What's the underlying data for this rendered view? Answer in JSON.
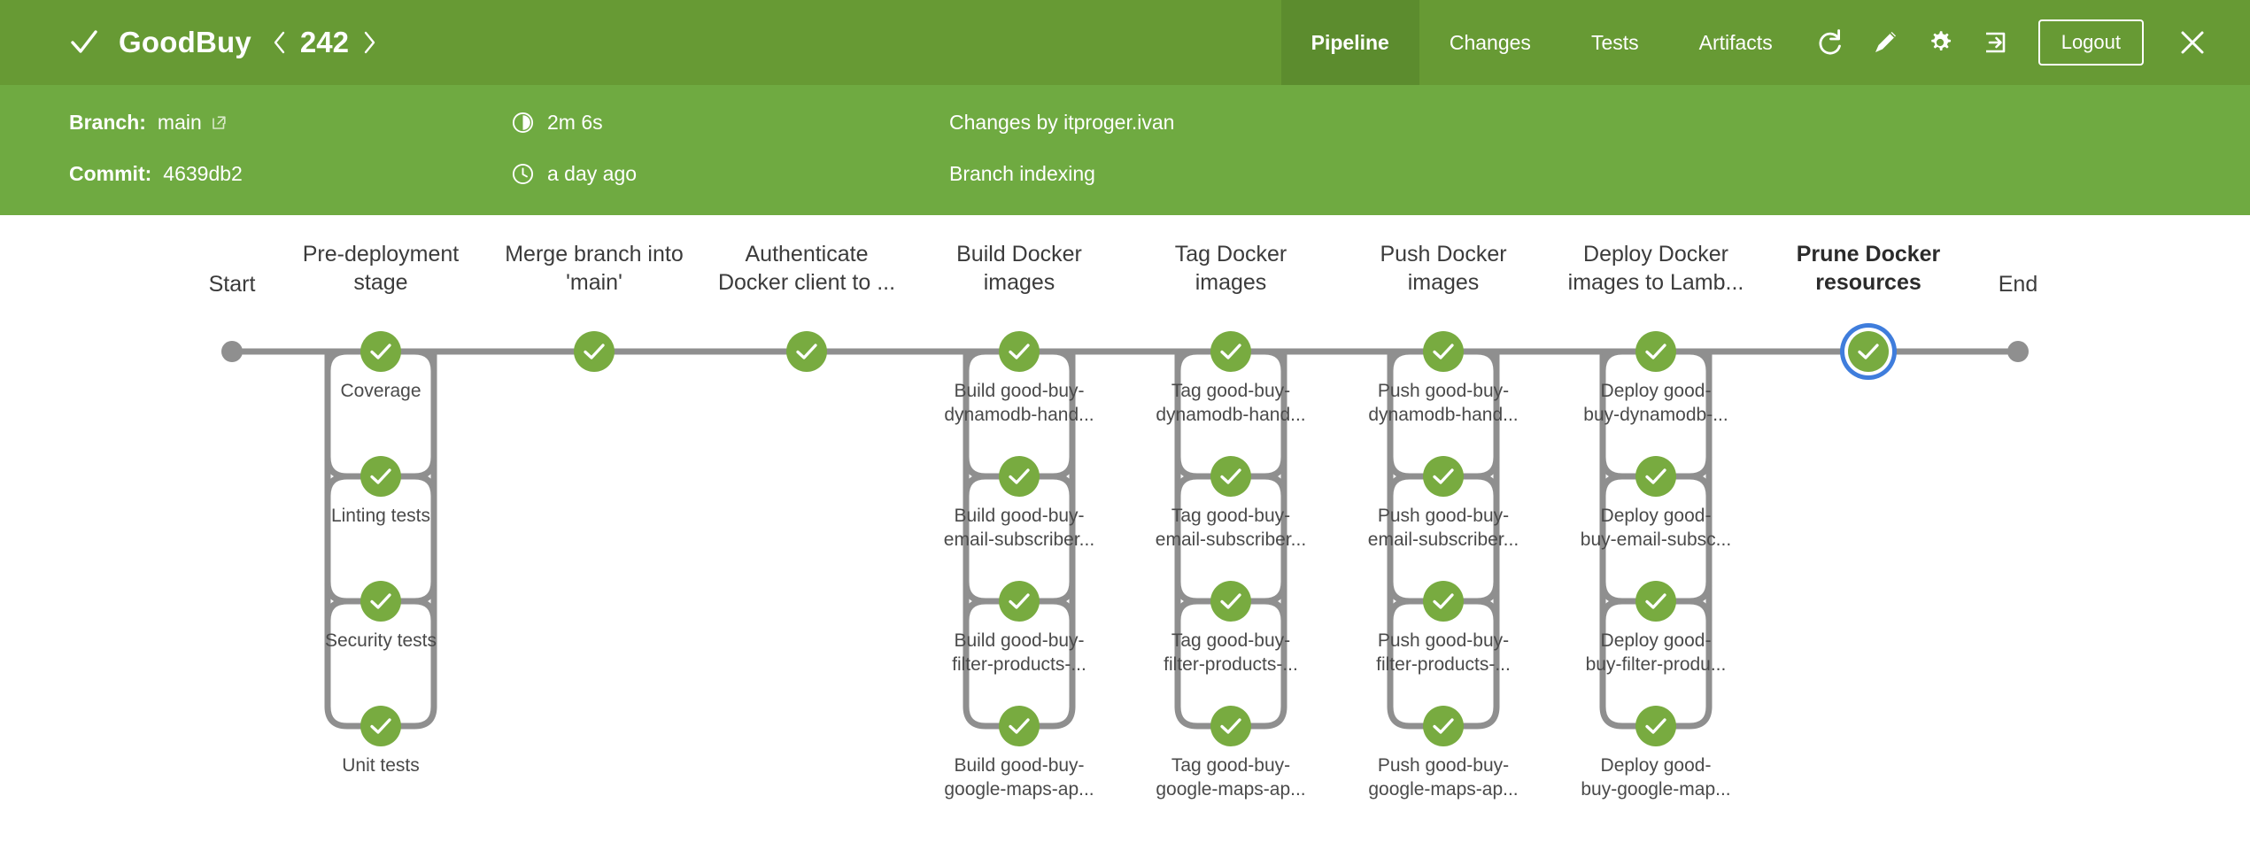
{
  "header": {
    "status_icon": "check-icon",
    "project_name": "GoodBuy",
    "prev_icon": "chevron-left-icon",
    "build_number": "242",
    "next_icon": "chevron-right-icon",
    "tabs": [
      {
        "label": "Pipeline",
        "active": true
      },
      {
        "label": "Changes",
        "active": false
      },
      {
        "label": "Tests",
        "active": false
      },
      {
        "label": "Artifacts",
        "active": false
      }
    ],
    "actions": [
      {
        "name": "rerun-icon",
        "title": "Rerun"
      },
      {
        "name": "edit-icon",
        "title": "Edit"
      },
      {
        "name": "gear-icon",
        "title": "Settings"
      },
      {
        "name": "login-icon",
        "title": "Login"
      }
    ],
    "logout_label": "Logout",
    "close_icon": "close-icon",
    "bg_color": "#679a34",
    "active_tab_color": "#5c8c2e"
  },
  "info": {
    "bg_color": "#6faa41",
    "branch_label": "Branch:",
    "branch_value": "main",
    "branch_link_icon": "external-link-icon",
    "commit_label": "Commit:",
    "commit_value": "4639db2",
    "duration_icon": "stopwatch-icon",
    "duration": "2m 6s",
    "time_icon": "clock-icon",
    "time_ago": "a day ago",
    "changes_by": "Changes by itproger.ivan",
    "cause": "Branch indexing"
  },
  "pipeline": {
    "start_label": "Start",
    "end_label": "End",
    "node_color": "#78ab40",
    "edge_color": "#8f8f8f",
    "terminal_color": "#8f8f8f",
    "selected_ring_color": "#3f7ddc",
    "stages": [
      {
        "title": "Pre-deployment\nstage",
        "selected": false,
        "steps": [
          "Coverage",
          "Linting tests",
          "Security tests",
          "Unit tests"
        ]
      },
      {
        "title": "Merge branch into\n'main'",
        "selected": false,
        "steps": []
      },
      {
        "title": "Authenticate\nDocker client to ...",
        "selected": false,
        "steps": []
      },
      {
        "title": "Build Docker\nimages",
        "selected": false,
        "steps": [
          "Build good-buy-\ndynamodb-hand...",
          "Build good-buy-\nemail-subscriber...",
          "Build good-buy-\nfilter-products-...",
          "Build good-buy-\ngoogle-maps-ap..."
        ]
      },
      {
        "title": "Tag Docker\nimages",
        "selected": false,
        "steps": [
          "Tag good-buy-\ndynamodb-hand...",
          "Tag good-buy-\nemail-subscriber...",
          "Tag good-buy-\nfilter-products-...",
          "Tag good-buy-\ngoogle-maps-ap..."
        ]
      },
      {
        "title": "Push Docker\nimages",
        "selected": false,
        "steps": [
          "Push good-buy-\ndynamodb-hand...",
          "Push good-buy-\nemail-subscriber...",
          "Push good-buy-\nfilter-products-...",
          "Push good-buy-\ngoogle-maps-ap..."
        ]
      },
      {
        "title": "Deploy Docker\nimages to Lamb...",
        "selected": false,
        "steps": [
          "Deploy good-\nbuy-dynamodb-...",
          "Deploy good-\nbuy-email-subsc...",
          "Deploy good-\nbuy-filter-produ...",
          "Deploy good-\nbuy-google-map..."
        ]
      },
      {
        "title": "Prune Docker\nresources",
        "selected": true,
        "steps": []
      }
    ]
  }
}
